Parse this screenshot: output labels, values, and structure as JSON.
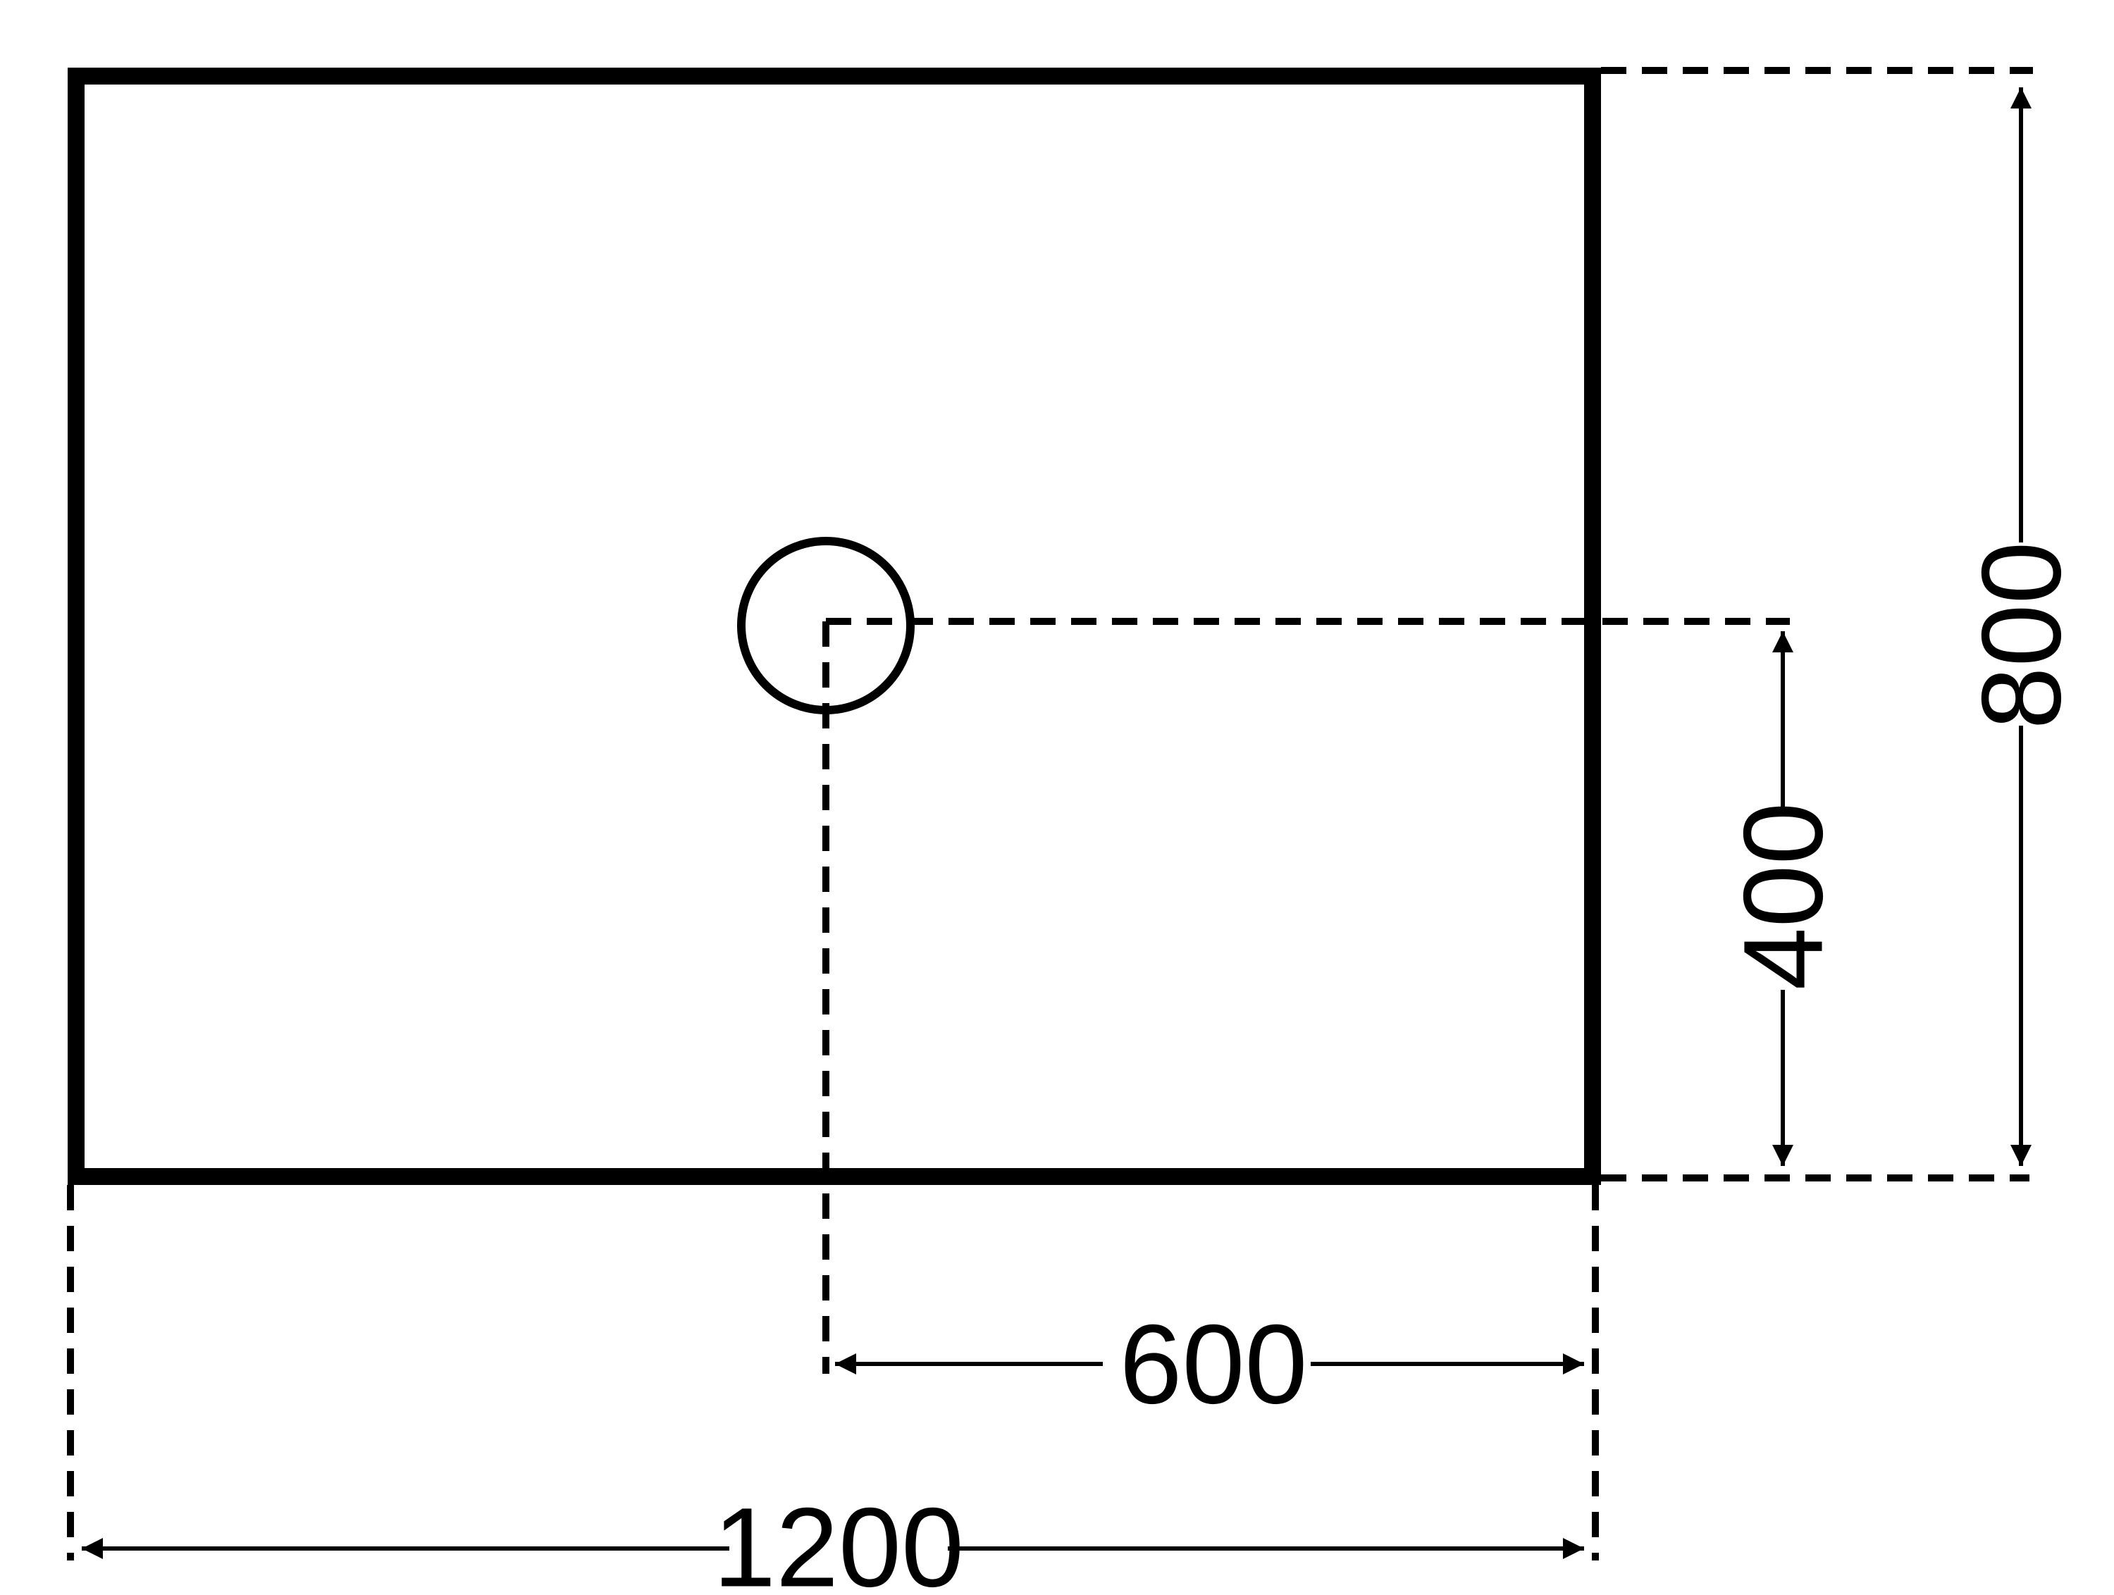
{
  "drawing": {
    "unit_note": "",
    "shape": "rectangle with circular hole",
    "dimensions": {
      "width": {
        "label": "1200",
        "value": 1200
      },
      "height": {
        "label": "800",
        "value": 800
      },
      "hole_offset_x": {
        "label": "600",
        "value": 600
      },
      "hole_offset_y": {
        "label": "400",
        "value": 400
      }
    }
  },
  "colors": {
    "stroke": "#000000",
    "background": "#ffffff"
  }
}
